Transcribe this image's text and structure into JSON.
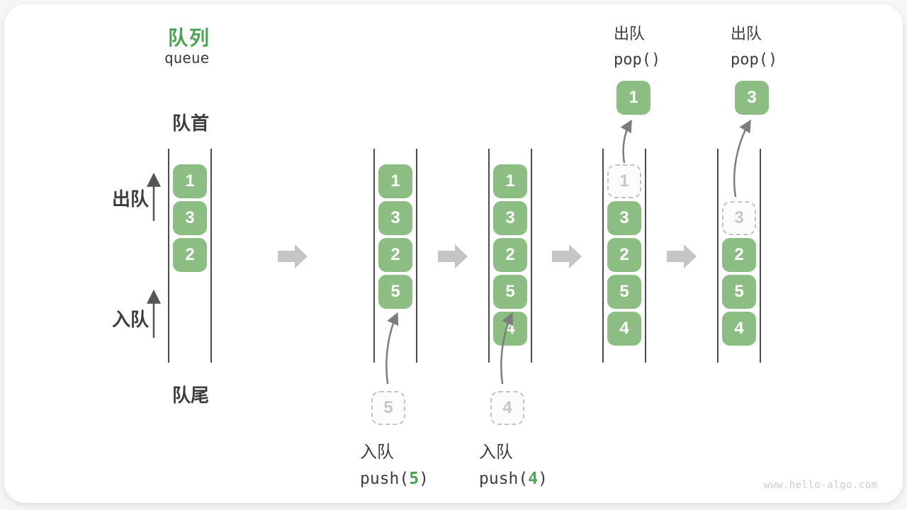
{
  "watermark": "www.hello-algo.com",
  "title": {
    "zh": "队列",
    "en": "queue"
  },
  "labels": {
    "front": "队首",
    "rear": "队尾",
    "dequeue_side": "出队",
    "enqueue_side": "入队"
  },
  "colors": {
    "accent_green": "#4DA353",
    "box_green": "#8CBE84",
    "dark_text": "#3D3D3D",
    "queue_line": "#4C4C4C",
    "big_arrow_gray": "#C5C5C5",
    "curved_arrow_gray": "#7D7D7D",
    "dashed_gray": "#C6C6C6",
    "watermark_gray": "#CCCCCC"
  },
  "queues": [
    {
      "state": "initial",
      "boxes": [
        {
          "slot": 0,
          "value": "1",
          "style": "solid"
        },
        {
          "slot": 1,
          "value": "3",
          "style": "solid"
        },
        {
          "slot": 2,
          "value": "2",
          "style": "solid"
        }
      ]
    },
    {
      "state": "after-push-5",
      "boxes": [
        {
          "slot": 0,
          "value": "1",
          "style": "solid"
        },
        {
          "slot": 1,
          "value": "3",
          "style": "solid"
        },
        {
          "slot": 2,
          "value": "2",
          "style": "solid"
        },
        {
          "slot": 3,
          "value": "5",
          "style": "solid"
        }
      ]
    },
    {
      "state": "after-push-4",
      "boxes": [
        {
          "slot": 0,
          "value": "1",
          "style": "solid"
        },
        {
          "slot": 1,
          "value": "3",
          "style": "solid"
        },
        {
          "slot": 2,
          "value": "2",
          "style": "solid"
        },
        {
          "slot": 3,
          "value": "5",
          "style": "solid"
        },
        {
          "slot": 4,
          "value": "4",
          "style": "solid"
        }
      ]
    },
    {
      "state": "after-pop-1",
      "boxes": [
        {
          "slot": 0,
          "value": "1",
          "style": "dashed"
        },
        {
          "slot": 1,
          "value": "3",
          "style": "solid"
        },
        {
          "slot": 2,
          "value": "2",
          "style": "solid"
        },
        {
          "slot": 3,
          "value": "5",
          "style": "solid"
        },
        {
          "slot": 4,
          "value": "4",
          "style": "solid"
        }
      ]
    },
    {
      "state": "after-pop-3",
      "boxes": [
        {
          "slot": 1,
          "value": "3",
          "style": "dashed"
        },
        {
          "slot": 2,
          "value": "2",
          "style": "solid"
        },
        {
          "slot": 3,
          "value": "5",
          "style": "solid"
        },
        {
          "slot": 4,
          "value": "4",
          "style": "solid"
        }
      ]
    }
  ],
  "enqueue_ops": [
    {
      "label": "入队",
      "code_fn": "push(",
      "code_arg": "5",
      "code_close": ")",
      "source_value": "5"
    },
    {
      "label": "入队",
      "code_fn": "push(",
      "code_arg": "4",
      "code_close": ")",
      "source_value": "4"
    }
  ],
  "dequeue_ops": [
    {
      "label": "出队",
      "code": "pop()",
      "popped_value": "1"
    },
    {
      "label": "出队",
      "code": "pop()",
      "popped_value": "3"
    }
  ]
}
